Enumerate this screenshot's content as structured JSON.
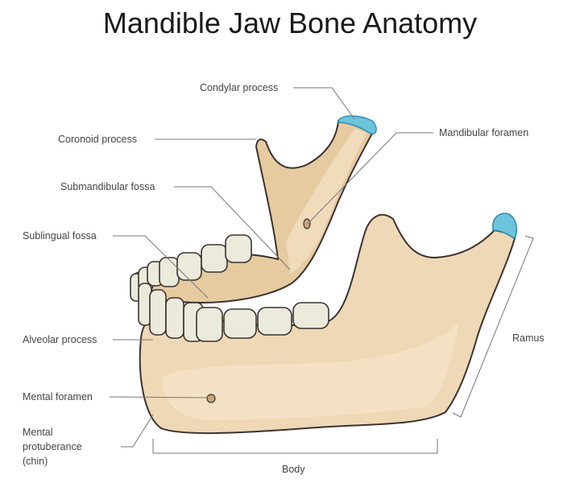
{
  "title": "Mandible Jaw Bone Anatomy",
  "labels": {
    "condylar": "Condylar process",
    "coronoid": "Coronoid process",
    "mandibular_foramen": "Mandibular foramen",
    "submandibular": "Submandibular fossa",
    "sublingual": "Sublingual fossa",
    "alveolar": "Alveolar process",
    "ramus": "Ramus",
    "mental_foramen": "Mental foramen",
    "mental_protuberance": [
      "Mental",
      "protuberance",
      "(chin)"
    ],
    "body": "Body"
  },
  "colors": {
    "bone": "#efd8b6",
    "cartilage": "#6cc4dc",
    "tooth": "#eceadb"
  }
}
